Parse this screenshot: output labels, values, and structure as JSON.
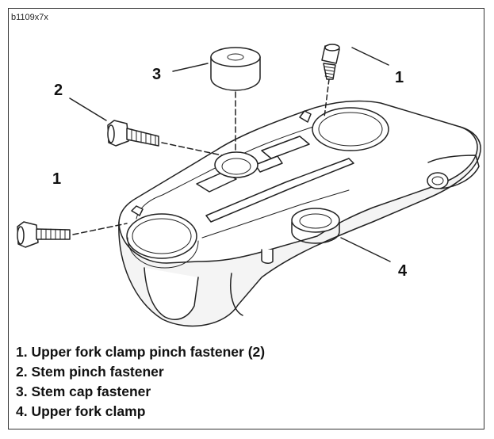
{
  "figure": {
    "id": "b1109x7x"
  },
  "callouts": {
    "c1_top": "1",
    "c1_left": "1",
    "c2": "2",
    "c3": "3",
    "c4": "4"
  },
  "legend": {
    "items": [
      "1. Upper fork clamp pinch fastener (2)",
      "2. Stem pinch fastener",
      "3. Stem cap fastener",
      "4. Upper fork clamp"
    ]
  }
}
